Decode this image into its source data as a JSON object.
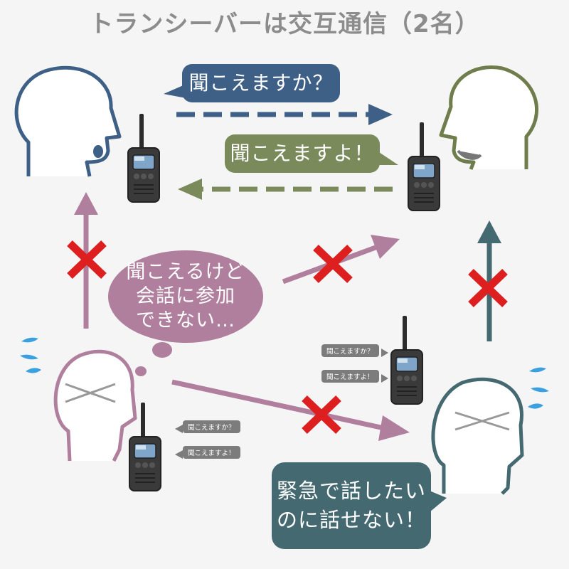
{
  "title": "トランシーバーは交互通信（2名）",
  "bubbles": {
    "blue": "聞こえますか？",
    "green": "聞こえますよ！",
    "pink": [
      "聞こえるけど",
      "会話に参加",
      "できない…"
    ],
    "teal": [
      "緊急で話したい",
      "のに話せない！"
    ]
  },
  "mini_bubbles": {
    "right_question": "聞こえますか？",
    "right_answer": "聞こえますよ！",
    "left_question": "聞こえますか？",
    "left_answer": "聞こえますよ！"
  },
  "colors": {
    "person_a": "#3e5f86",
    "person_b": "#6f7d4d",
    "person_c": "#b07f9d",
    "person_d": "#446970",
    "cross": "#dd1f1f",
    "title": "#8c8c8c",
    "sweat": "#3aa0e0"
  },
  "icons": [
    "head-icon",
    "walkie-talkie-icon",
    "arrow-icon",
    "cross-mark-icon",
    "sweat-drop-icon",
    "speech-bubble"
  ]
}
